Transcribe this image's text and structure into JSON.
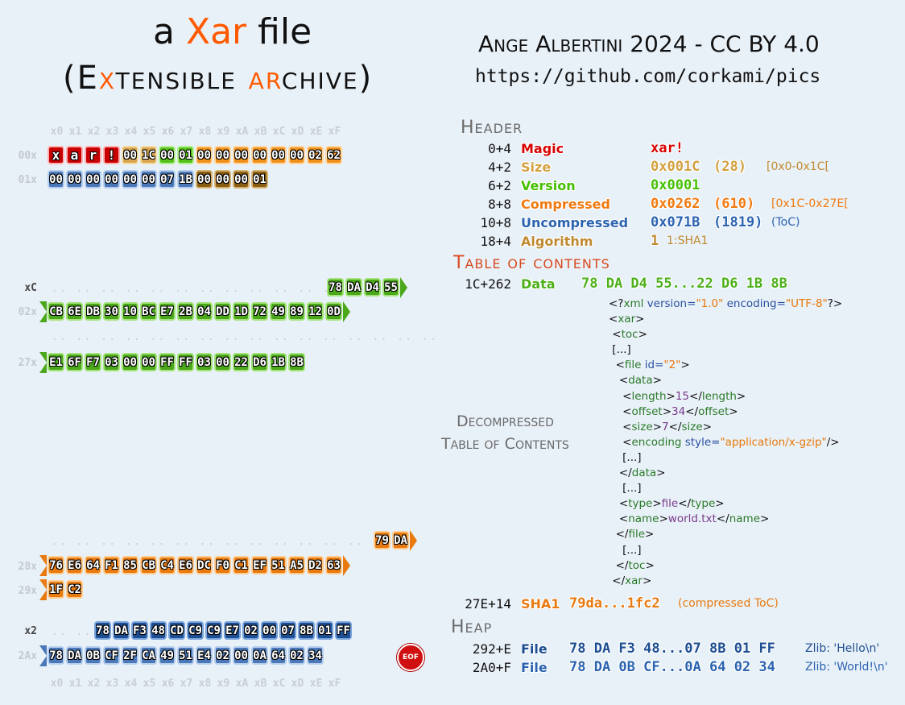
{
  "title": {
    "line1_pre": "a ",
    "line1_accent": "Xar",
    "line1_post": " file",
    "line2": "(Extensible archive)"
  },
  "author": "Ange Albertini 2024 - CC BY 4.0",
  "url": "https://github.com/corkami/pics",
  "hexdump": {
    "column_headers": [
      "x0",
      "x1",
      "x2",
      "x3",
      "x4",
      "x5",
      "x6",
      "x7",
      "x8",
      "x9",
      "xA",
      "xB",
      "xC",
      "xD",
      "xE",
      "xF"
    ],
    "row_labels": [
      "00x",
      "01x",
      "xC",
      "02x",
      "27x",
      "28x",
      "29x",
      "x2",
      "2Ax"
    ],
    "row_00": [
      "x",
      "a",
      "r",
      "!",
      "00",
      "1C",
      "00",
      "01",
      "00",
      "00",
      "00",
      "00",
      "00",
      "00",
      "02",
      "62"
    ],
    "row_01": [
      "00",
      "00",
      "00",
      "00",
      "00",
      "00",
      "07",
      "1B",
      "00",
      "00",
      "00",
      "01"
    ],
    "row_0C": [
      "78",
      "DA",
      "D4",
      "55"
    ],
    "row_02": [
      "CB",
      "6E",
      "DB",
      "30",
      "10",
      "BC",
      "E7",
      "2B",
      "04",
      "DD",
      "1D",
      "72",
      "49",
      "89",
      "12",
      "0D"
    ],
    "row_27": [
      "E1",
      "6F",
      "F7",
      "03",
      "00",
      "00",
      "FF",
      "FF",
      "03",
      "00",
      "22",
      "D6",
      "1B",
      "8B"
    ],
    "row_27E": [
      "79",
      "DA"
    ],
    "row_28": [
      "76",
      "E6",
      "64",
      "F1",
      "85",
      "CB",
      "C4",
      "E6",
      "DC",
      "F0",
      "C1",
      "EF",
      "51",
      "A5",
      "D2",
      "63"
    ],
    "row_29": [
      "1F",
      "C2"
    ],
    "row_292": [
      "78",
      "DA",
      "F3",
      "48",
      "CD",
      "C9",
      "C9",
      "E7",
      "02",
      "00",
      "07",
      "8B",
      "01",
      "FF"
    ],
    "row_2A": [
      "78",
      "DA",
      "0B",
      "CF",
      "2F",
      "CA",
      "49",
      "51",
      "E4",
      "02",
      "00",
      "0A",
      "64",
      "02",
      "34"
    ],
    "eof_label": "EOF"
  },
  "header": {
    "title": "Header",
    "fields": [
      {
        "offset": "0+4",
        "name": "Magic",
        "value": "xar!",
        "extra": "",
        "note": ""
      },
      {
        "offset": "4+2",
        "name": "Size",
        "value": "0x001C",
        "extra": "(28)",
        "note": "[0x0-0x1C["
      },
      {
        "offset": "6+2",
        "name": "Version",
        "value": "0x0001",
        "extra": "",
        "note": ""
      },
      {
        "offset": "8+8",
        "name": "Compressed",
        "value": "0x0262",
        "extra": "(610)",
        "note": "[0x1C-0x27E["
      },
      {
        "offset": "10+8",
        "name": "Uncompressed",
        "value": "0x071B",
        "extra": "(1819)",
        "note": "(ToC)"
      },
      {
        "offset": "18+4",
        "name": "Algorithm",
        "value": "1",
        "extra": "",
        "note": "1:SHA1"
      }
    ]
  },
  "toc": {
    "title": "Table of contents",
    "offset": "1C+262",
    "name": "Data",
    "value": "78 DA D4 55...22 D6 1B 8B"
  },
  "decompressed_label": {
    "line1": "Decompressed",
    "line2": "Table of Contents"
  },
  "xml_lines": [
    "<?xml version=\"1.0\" encoding=\"UTF-8\"?>",
    "<xar>",
    " <toc>",
    " [...]",
    "  <file id=\"2\">",
    "   <data>",
    "    <length>15</length>",
    "    <offset>34</offset>",
    "    <size>7</size>",
    "    <encoding style=\"application/x-gzip\"/>",
    "    [...]",
    "   </data>",
    "    [...]",
    "   <type>file</type>",
    "   <name>world.txt</name>",
    "  </file>",
    "    [...]",
    "  </toc>",
    " </xar>"
  ],
  "sha1": {
    "offset": "27E+14",
    "name": "SHA1",
    "value": "79da...1fc2",
    "note": "(compressed ToC)"
  },
  "heap": {
    "title": "Heap",
    "files": [
      {
        "offset": "292+E",
        "name": "File",
        "value": "78 DA F3 48...07 8B 01 FF",
        "note": "Zlib: 'Hello\\n'"
      },
      {
        "offset": "2A0+F",
        "name": "File",
        "value": "78 DA 0B CF...0A 64 02 34",
        "note": "Zlib: 'World!\\n'"
      }
    ]
  },
  "colors": {
    "background": "#e9f1f8",
    "accent": "#ff5a00",
    "magic": "#c80000",
    "size": "#d9a44f",
    "version": "#55c01a",
    "compressed": "#f0901a",
    "uncompressed": "#4a78b8",
    "algorithm": "#8a5e12",
    "data": "#4aa81a",
    "sha1": "#e87a10",
    "file1": "#1d4e92",
    "file2": "#4a78b8"
  }
}
